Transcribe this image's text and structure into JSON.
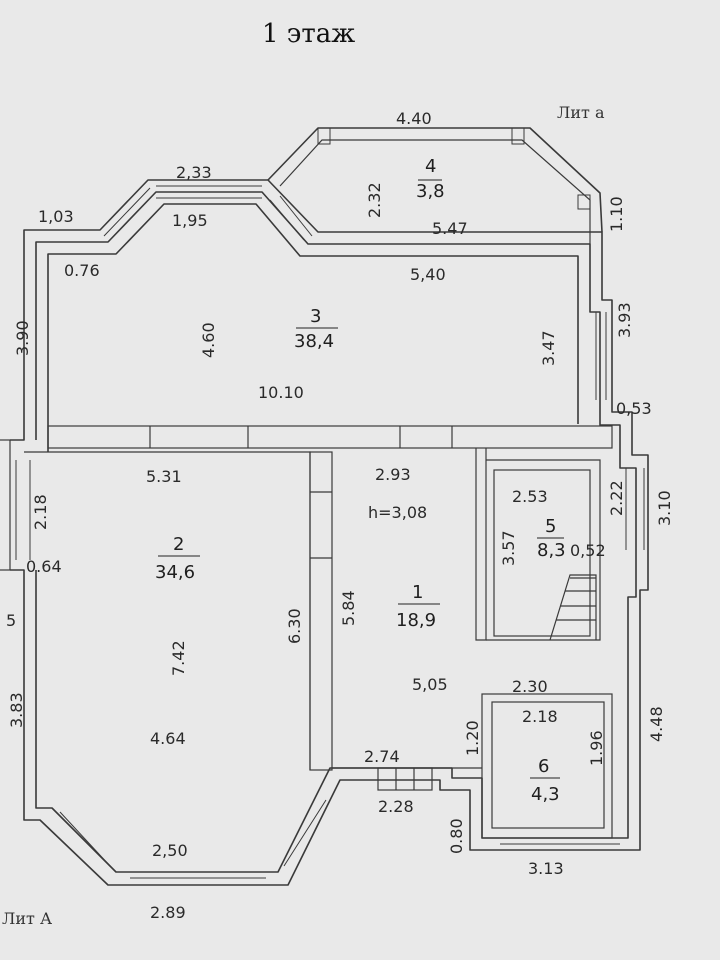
{
  "title": "1 этаж",
  "lit_top": "Лит а",
  "lit_bottom": "Лит А",
  "rooms": [
    {
      "number": "4",
      "area": "3,8"
    },
    {
      "number": "3",
      "area": "38,4"
    },
    {
      "number": "2",
      "area": "34,6"
    },
    {
      "number": "1",
      "area": "18,9"
    },
    {
      "number": "5",
      "area": "8,3"
    },
    {
      "number": "6",
      "area": "4,3"
    }
  ],
  "height_note": "h=3,08",
  "dimensions": {
    "d_440": "4.40",
    "d_232": "2.32",
    "d_110": "1.10",
    "d_547": "5.47",
    "d_233": "2,33",
    "d_195": "1,95",
    "d_103": "1,03",
    "d_076": "0.76",
    "d_540": "5,40",
    "d_390": "3.90",
    "d_460": "4.60",
    "d_393": "3.93",
    "d_347": "3.47",
    "d_1010": "10.10",
    "d_053": "0,53",
    "d_531": "5.31",
    "d_293": "2.93",
    "d_218": "2.18",
    "d_253": "2.53",
    "d_222": "2.22",
    "d_310": "3.10",
    "d_357": "3.57",
    "d_052": "0,52",
    "d_064": "0.64",
    "d_630": "6.30",
    "d_584": "5.84",
    "d_742": "7.42",
    "d_5": "5",
    "d_383": "3.83",
    "d_505": "5,05",
    "d_230": "2.30",
    "d_218b": "2.18",
    "d_120": "1.20",
    "d_448": "4.48",
    "d_196": "1.96",
    "d_464": "4.64",
    "d_274": "2.74",
    "d_228": "2.28",
    "d_080": "0.80",
    "d_250": "2,50",
    "d_313": "3.13",
    "d_289": "2.89"
  }
}
